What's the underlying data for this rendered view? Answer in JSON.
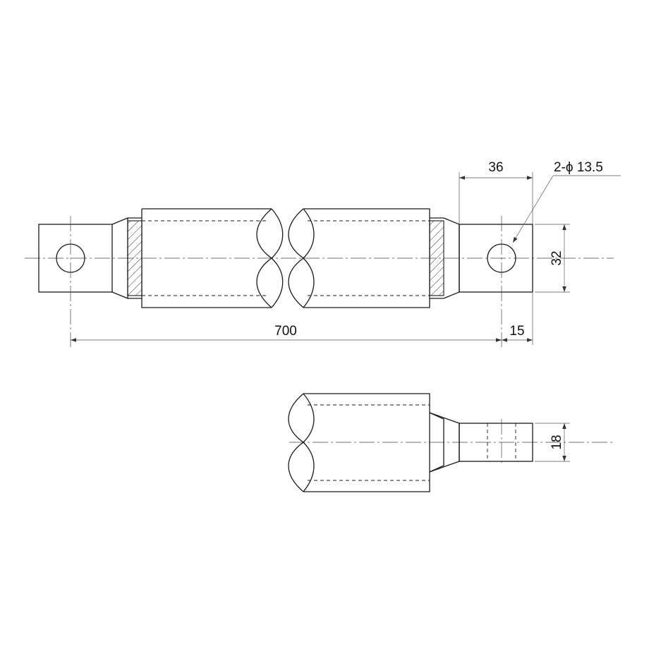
{
  "dimensions": {
    "overall_length": "700",
    "end_offset": "15",
    "tab_length": "36",
    "tab_height": "32",
    "tab_thickness": "18"
  },
  "hole_callout": "2-ϕ 13.5"
}
